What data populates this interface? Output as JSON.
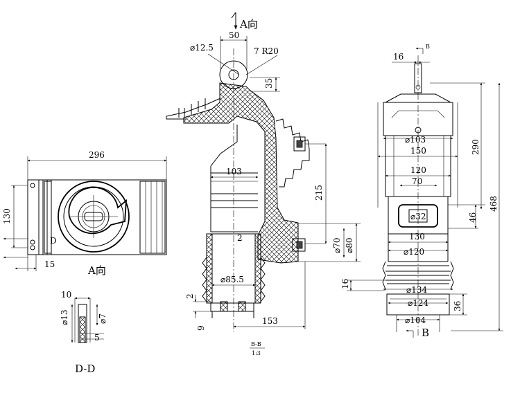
{
  "view_titles": {
    "top_view": "A向",
    "section_arrow": "A向",
    "detail_dd": "D-D",
    "section_bb": "B-B",
    "section_bb_scale": "1:3",
    "right_marker": "B",
    "right_marker_small": "B"
  },
  "top_view": {
    "width": "296",
    "height": "130",
    "offset": "15",
    "marker": "D"
  },
  "detail_dd": {
    "d10": "10",
    "d13": "⌀13",
    "d7": "⌀7",
    "d5": "5"
  },
  "section": {
    "width_top": "50",
    "dia_eye": "⌀12.5",
    "r20": "7 R20",
    "h35": "35",
    "w103": "103",
    "h215": "215",
    "d70": "⌀70",
    "d80": "⌀80",
    "h2": "2",
    "d85": "⌀85.5",
    "bottom2": "2",
    "bottom9": "9",
    "w153": "153"
  },
  "front_view": {
    "w16": "16",
    "d103": "⌀103",
    "w150": "150",
    "h290": "290",
    "w120": "120",
    "w70": "70",
    "d32": "⌀32",
    "h46": "46",
    "h468": "468",
    "w130": "130",
    "d120": "⌀120",
    "h16": "16",
    "d134": "⌀134",
    "d124": "⌀124",
    "h36": "36",
    "d104": "⌀104"
  }
}
